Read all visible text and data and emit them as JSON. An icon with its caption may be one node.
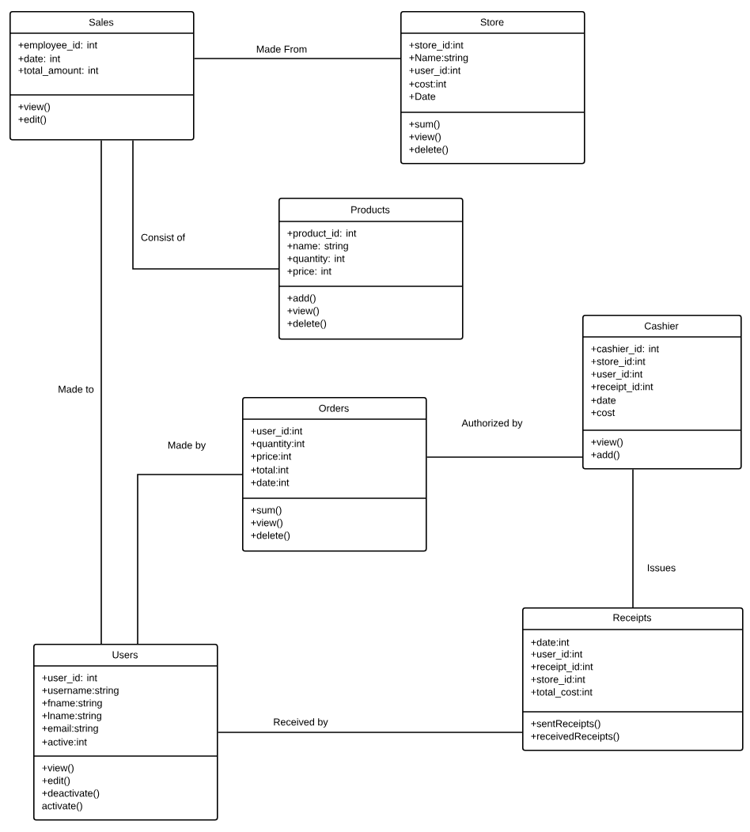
{
  "diagram": {
    "nodes": [
      {
        "text": [
          "Sales",
          "+employee_id: int",
          "+date: int",
          "+total_amount: int",
          "+view()",
          "+edit()"
        ]
      },
      {
        "text": [
          "Store",
          "+store_id:int",
          "+Name:string",
          "+user_id:int",
          "+cost:int",
          "+Date",
          "+sum()",
          "+view()",
          "+delete()"
        ]
      },
      {
        "text": [
          "Products",
          "+product_id: int",
          "+name: string",
          "+quantity: int",
          "+price: int",
          "+add()",
          "+view()",
          "+delete()"
        ]
      },
      {
        "text": [
          "Cashier",
          "+cashier_id: int",
          "+store_id:int",
          "+user_id:int",
          "+receipt_id:int",
          "+date",
          "+cost",
          "+view()",
          "+add()"
        ]
      },
      {
        "text": [
          "Orders",
          "+user_id:int",
          "+quantity:int",
          "+price:int",
          "+total:int",
          "+date:int",
          "+sum()",
          "+view()",
          "+delete()"
        ]
      },
      {
        "text": [
          "Users",
          "+user_id: int",
          "+username:string",
          "+fname:string",
          "+lname:string",
          "+email:string",
          "+active:int",
          "+view()",
          "+edit()",
          "+deactivate()",
          "activate()"
        ]
      },
      {
        "text": [
          "Receipts",
          "+date:int",
          "+user_id:int",
          "+receipt_id:int",
          "+store_id:int",
          "+total_cost:int",
          "+sentReceipts()",
          "+receivedReceipts()"
        ]
      }
    ],
    "edges": [
      {
        "from": 0,
        "to": 1,
        "arrow": "none",
        "label": "Made From"
      },
      {
        "from": 0,
        "to": 2,
        "arrow": "none",
        "label": "Consist of"
      },
      {
        "from": 0,
        "to": 5,
        "arrow": "none",
        "label": "Made to"
      },
      {
        "from": 4,
        "to": 5,
        "arrow": "none",
        "label": "Made by"
      },
      {
        "from": 4,
        "to": 3,
        "arrow": "none",
        "label": "Authorized by"
      },
      {
        "from": 3,
        "to": 6,
        "arrow": "none",
        "label": "Issues"
      },
      {
        "from": 5,
        "to": 6,
        "arrow": "none",
        "label": "Received by"
      }
    ]
  }
}
